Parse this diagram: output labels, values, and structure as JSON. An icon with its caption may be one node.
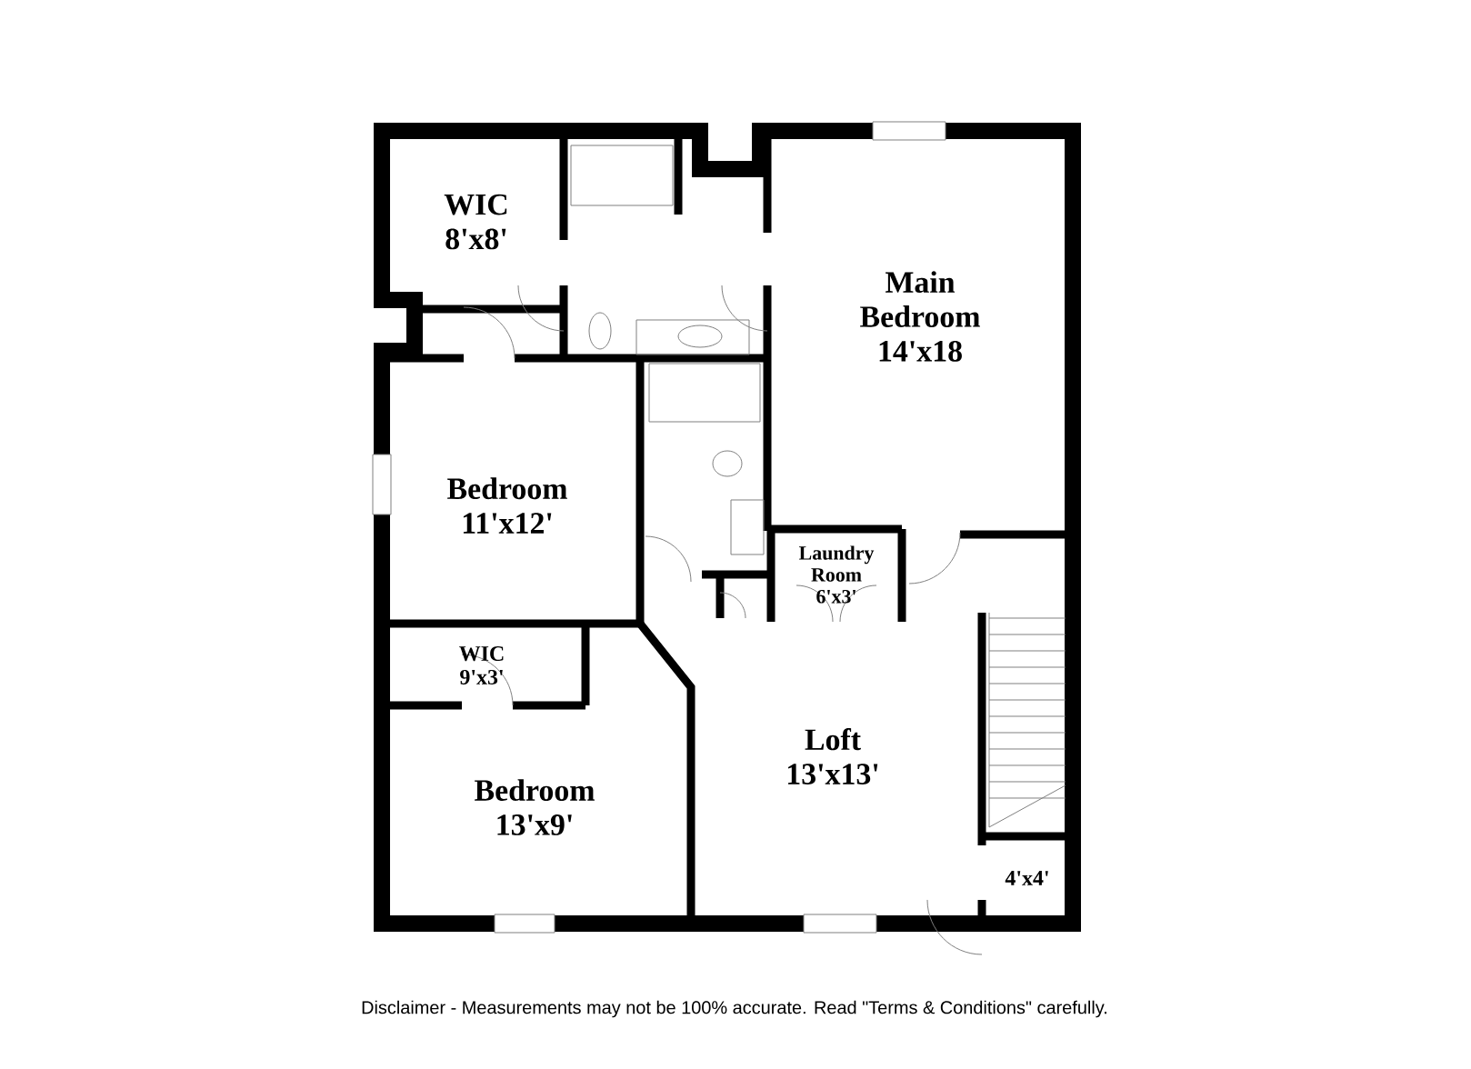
{
  "diagram": {
    "nodes": [
      {
        "text": [
          "WIC",
          "8'x8'"
        ]
      },
      {
        "text": [
          "Main Bedroom",
          "14'x18"
        ]
      },
      {
        "text": [
          "Bedroom",
          "11'x12'"
        ]
      },
      {
        "text": [
          "Laundry Room",
          "6'x3'"
        ]
      },
      {
        "text": [
          "WIC",
          "9'x3'"
        ]
      },
      {
        "text": [
          "Bedroom",
          "13'x9'"
        ]
      },
      {
        "text": [
          "Loft",
          "13'x13'"
        ]
      },
      {
        "text": [
          "4'x4'"
        ]
      }
    ],
    "labels": [
      "Disclaimer - Measurements may not be 100% accurate. Read \"Terms & Conditions\" carefully."
    ]
  }
}
